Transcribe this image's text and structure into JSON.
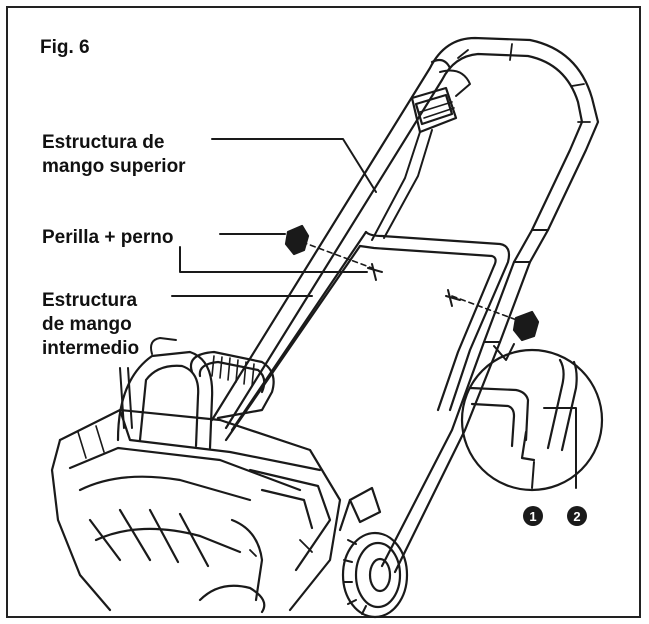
{
  "figure": {
    "title": "Fig. 6",
    "labels": {
      "upper_handle": [
        "Estructura de",
        "mango superior"
      ],
      "knob_bolt": "Perilla + perno",
      "middle_handle": [
        "Estructura",
        "de mango",
        "intermedio"
      ]
    },
    "callouts": [
      "1",
      "2"
    ],
    "colors": {
      "line": "#1a1a1a",
      "background": "#ffffff"
    }
  }
}
